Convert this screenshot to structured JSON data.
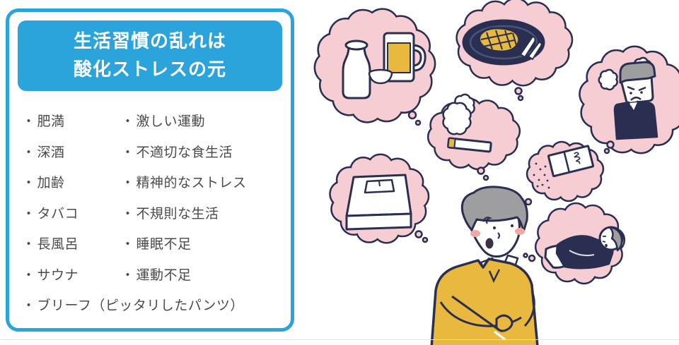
{
  "panel": {
    "title_line1": "生活習慣の乱れは",
    "title_line2": "酸化ストレスの元",
    "bullet": "・",
    "items_left": [
      "肥満",
      "深酒",
      "加齢",
      "タバコ",
      "長風呂",
      "サウナ"
    ],
    "items_right": [
      "激しい運動",
      "不適切な食生活",
      "精神的なストレス",
      "不規則な生活",
      "睡眠不足",
      "運動不足"
    ],
    "item_full": "ブリーフ（ピッタリしたパンツ）"
  },
  "illustration": {
    "thought_bubble_icons": [
      "sake-and-beer-icon",
      "steak-plate-icon",
      "cigarette-icon",
      "angry-person-icon",
      "bathroom-scale-icon",
      "tobacco-pack-icon",
      "sleeping-person-icon"
    ],
    "center_figure_icon": "thinking-man-icon"
  },
  "colors": {
    "accent_blue": "#2BA3DB",
    "bubble_pink": "#F6CDD2",
    "outline_navy": "#2A2F51",
    "gold": "#E9B83E",
    "text_gray": "#4A4A4A",
    "hair_gray": "#9E9EA0",
    "blush_pink": "#F0A9A3"
  }
}
